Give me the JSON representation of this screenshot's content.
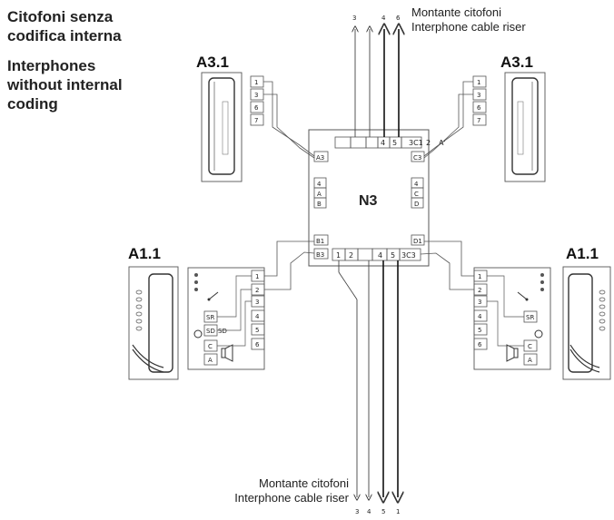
{
  "heading": {
    "it_line1": "Citofoni senza",
    "it_line2": "codifica interna",
    "en_line1": "Interphones",
    "en_line2": "without internal",
    "en_line3": "coding"
  },
  "devices": {
    "a3_left": "A3.1",
    "a3_right": "A3.1",
    "a1_left": "A1.1",
    "a1_right": "A1.1",
    "hub": "N3"
  },
  "riser_top": {
    "it": "Montante citofoni",
    "en": "Interphone cable riser",
    "wires": [
      "3",
      "4",
      "6"
    ]
  },
  "riser_bottom": {
    "it": "Montante citofoni",
    "en": "Interphone cable riser",
    "wires": [
      "3",
      "4",
      "5",
      "1"
    ]
  },
  "hub_terminals": {
    "top_row": [
      "4",
      "5",
      "3C1",
      "2"
    ],
    "top_right_note": "A'",
    "bottom_row": [
      "1",
      "2",
      "4",
      "5",
      "3C3"
    ],
    "left_side": [
      "A3",
      "4",
      "A",
      "B",
      "B1",
      "B3"
    ],
    "right_side": [
      "C3",
      "4",
      "C",
      "D",
      "D1"
    ]
  },
  "terminals": {
    "a3_left": [
      "1",
      "3",
      "6",
      "7"
    ],
    "a3_right": [
      "1",
      "3",
      "6",
      "7"
    ],
    "a1_left": [
      "1",
      "2",
      "3",
      "4",
      "5",
      "6"
    ],
    "a1_right": [
      "1",
      "2",
      "3",
      "4",
      "5",
      "6"
    ],
    "a1_left_internal": [
      "SR",
      "SD",
      "SD",
      "C",
      "A"
    ],
    "a1_right_internal": [
      "SR",
      "C",
      "A"
    ]
  }
}
